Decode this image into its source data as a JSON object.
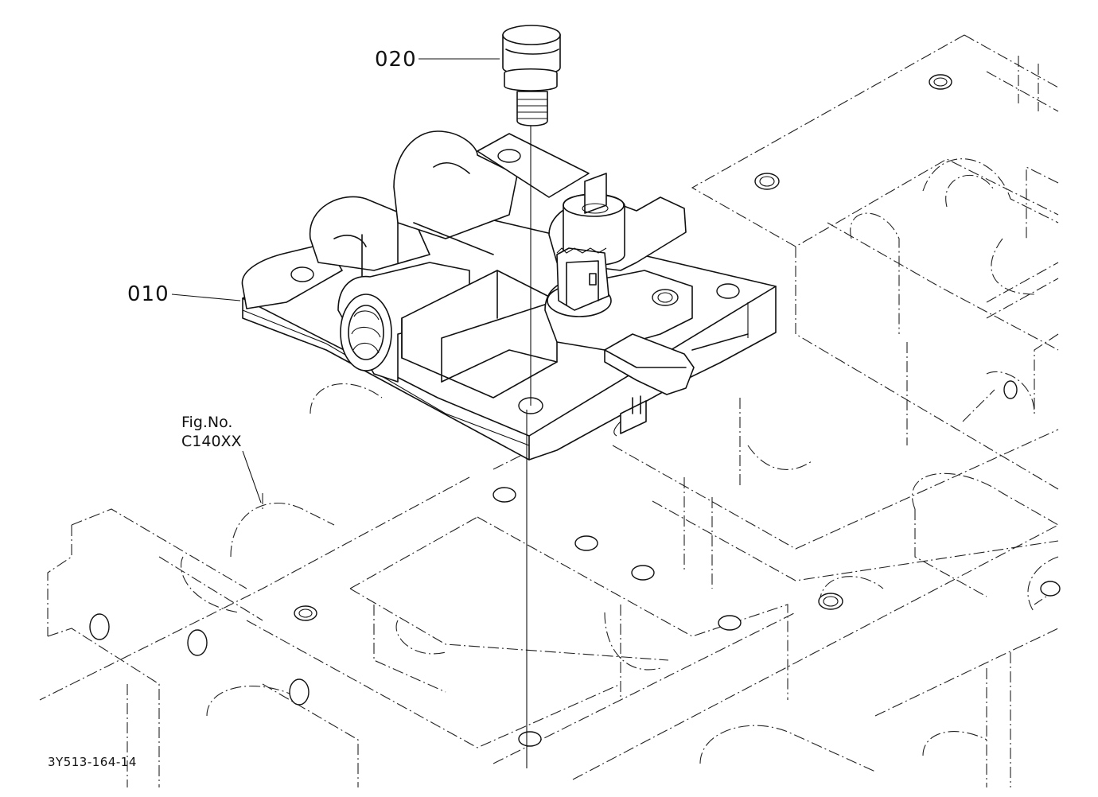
{
  "figure": {
    "callouts": [
      {
        "id": "callout-020",
        "text": "020"
      },
      {
        "id": "callout-010",
        "text": "010"
      }
    ],
    "reference": {
      "line1": "Fig.No.",
      "line2": "C140XX"
    },
    "drawing_code": "3Y513-164-14"
  }
}
